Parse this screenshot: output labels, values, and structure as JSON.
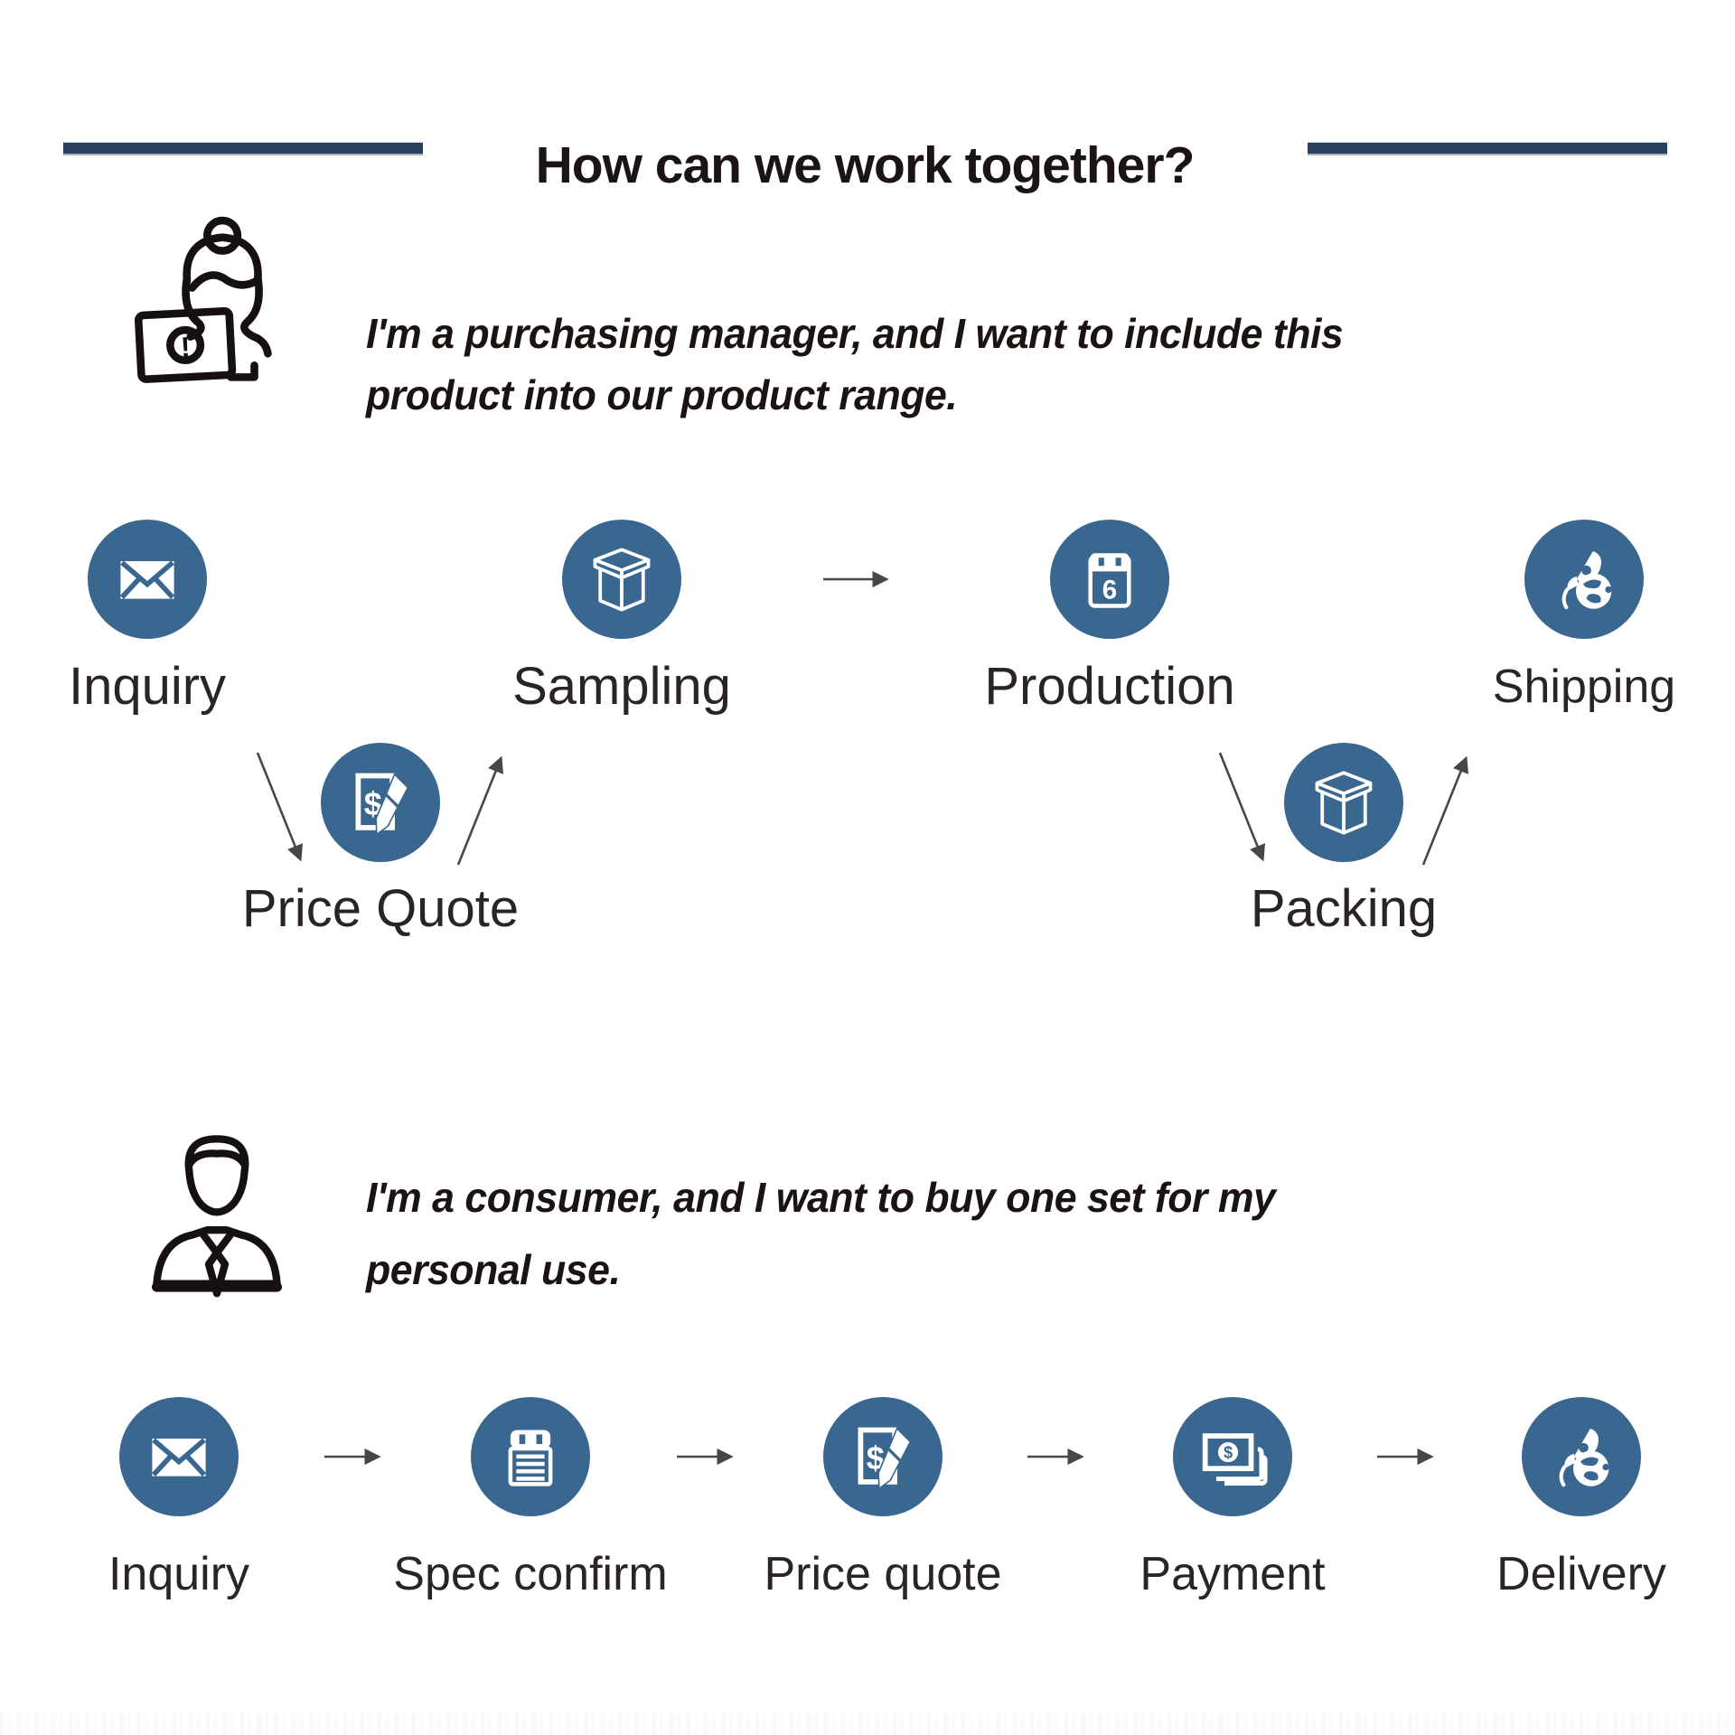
{
  "title": "How can we work together?",
  "personas": [
    {
      "role": "purchasing-manager",
      "quote_line1": "I'm a purchasing manager, and I want to include this",
      "quote_line2": "product into our product range."
    },
    {
      "role": "consumer",
      "quote_line1": "I'm a consumer, and I want to buy one set for my",
      "quote_line2": "personal use."
    }
  ],
  "flow_manager": {
    "steps": [
      {
        "label": "Inquiry",
        "icon": "envelope-icon"
      },
      {
        "label": "Price Quote",
        "icon": "price-quote-doc-icon"
      },
      {
        "label": "Sampling",
        "icon": "box-icon"
      },
      {
        "label": "Production",
        "icon": "calendar-icon"
      },
      {
        "label": "Packing",
        "icon": "box-icon"
      },
      {
        "label": "Shipping",
        "icon": "rocket-globe-icon"
      }
    ]
  },
  "flow_consumer": {
    "steps": [
      {
        "label": "Inquiry",
        "icon": "envelope-icon"
      },
      {
        "label": "Spec confirm",
        "icon": "notepad-icon"
      },
      {
        "label": "Price quote",
        "icon": "price-quote-doc-icon"
      },
      {
        "label": "Payment",
        "icon": "banknotes-icon"
      },
      {
        "label": "Delivery",
        "icon": "rocket-globe-icon"
      }
    ]
  },
  "icon_glyphs": {
    "calendar_day": "6",
    "currency": "$",
    "laptop_badge": "!"
  },
  "colors": {
    "accent_blue": "#3a678f",
    "divider_navy": "#2b3f5e",
    "ink": "#1b1212"
  }
}
